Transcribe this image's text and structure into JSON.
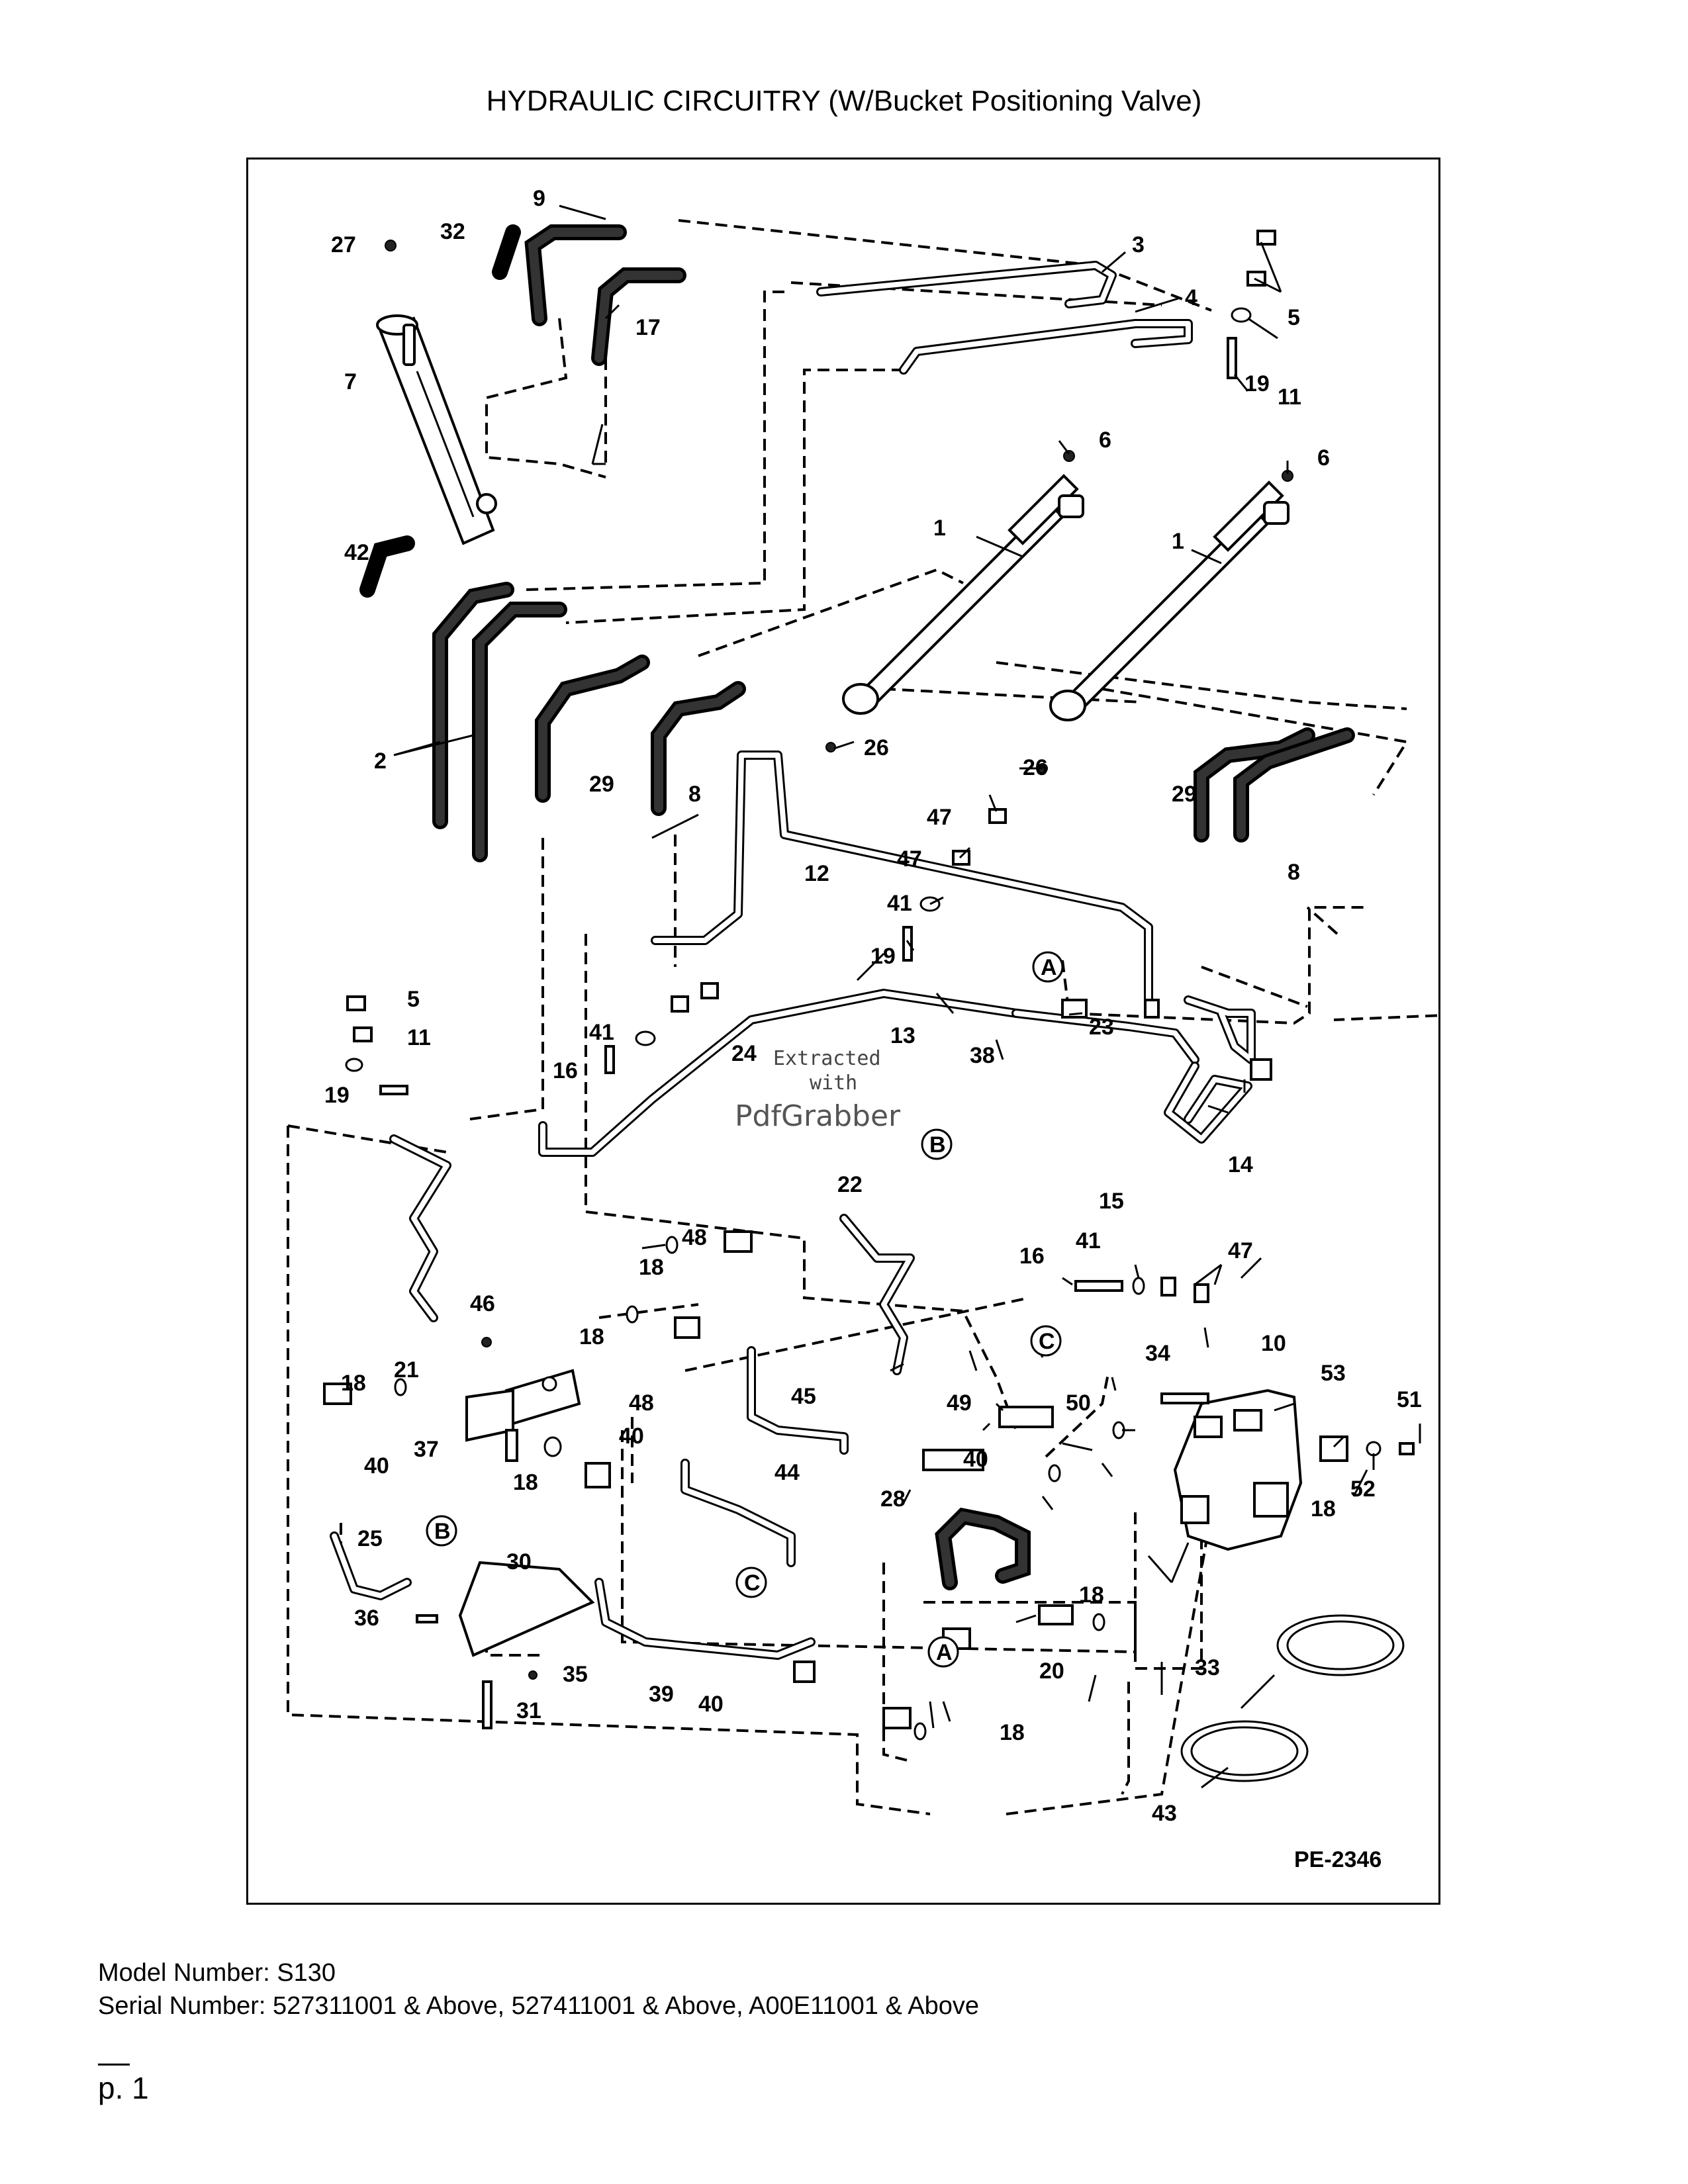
{
  "page": {
    "title": "HYDRAULIC CIRCUITRY (W/Bucket Positioning Valve)",
    "drawing_id": "PE-2346",
    "model_line": "Model Number: S130",
    "serial_line": "Serial Number: 527311001 & Above, 527411001 & Above, A00E11001 & Above",
    "page_number": "p. 1"
  },
  "watermark": {
    "line1": "Extracted",
    "line2": "with",
    "brand": "PdfGrabber"
  },
  "callouts": [
    "1",
    "1",
    "2",
    "3",
    "4",
    "5",
    "5",
    "6",
    "6",
    "7",
    "8",
    "8",
    "9",
    "10",
    "11",
    "11",
    "12",
    "13",
    "14",
    "15",
    "16",
    "16",
    "17",
    "18",
    "18",
    "18",
    "18",
    "18",
    "18",
    "18",
    "19",
    "19",
    "19",
    "20",
    "21",
    "22",
    "23",
    "24",
    "25",
    "26",
    "26",
    "27",
    "28",
    "29",
    "29",
    "30",
    "31",
    "32",
    "33",
    "34",
    "35",
    "36",
    "37",
    "38",
    "39",
    "40",
    "40",
    "40",
    "40",
    "41",
    "41",
    "41",
    "42",
    "43",
    "44",
    "45",
    "46",
    "47",
    "47",
    "47",
    "48",
    "48",
    "49",
    "50",
    "51",
    "52",
    "53"
  ],
  "connection_markers": [
    "A",
    "A",
    "B",
    "B",
    "C",
    "C"
  ]
}
